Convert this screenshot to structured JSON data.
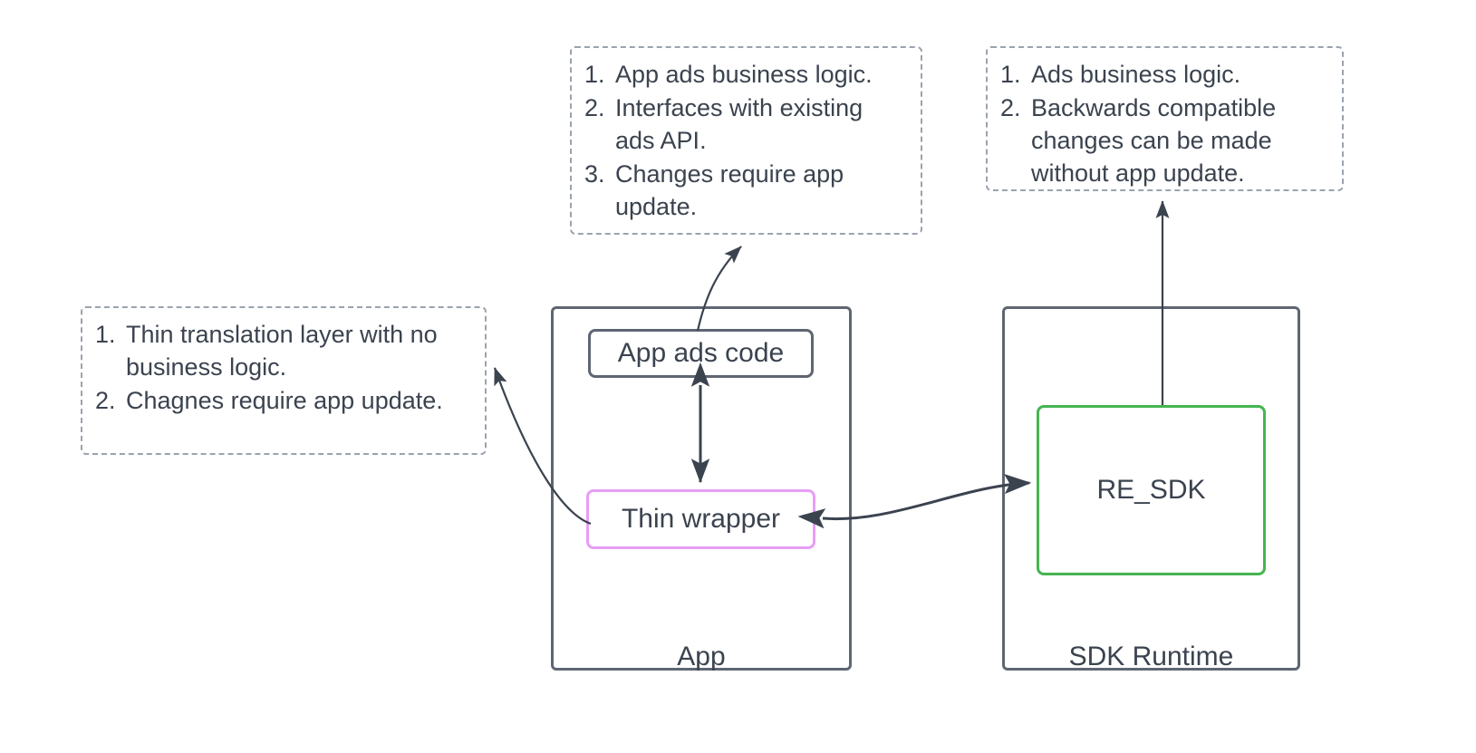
{
  "diagram": {
    "title": "App and SDK Runtime ads architecture",
    "colors": {
      "text": "#3b434f",
      "container_border": "#5f6672",
      "note_border": "#9aa3ae",
      "thin_wrapper_border": "#e79ef5",
      "re_sdk_border": "#45b551",
      "connector": "#3b434f",
      "background": "#ffffff"
    }
  },
  "notes": {
    "top": {
      "items": [
        "App ads business logic.",
        "Interfaces with existing\nads API.",
        "Changes require app\nupdate."
      ]
    },
    "top_right": {
      "items": [
        "Ads business logic.",
        "Backwards compatible\nchanges can be made\nwithout app update."
      ]
    },
    "left": {
      "items": [
        "Thin translation layer with no\nbusiness logic.",
        "Chagnes require app update."
      ]
    }
  },
  "containers": {
    "app": {
      "label": "App",
      "boxes": {
        "app_ads_code": "App ads code",
        "thin_wrapper": "Thin wrapper"
      }
    },
    "sdk_runtime": {
      "label": "SDK Runtime",
      "boxes": {
        "re_sdk": "RE_SDK"
      }
    }
  },
  "connectors": [
    {
      "name": "app-ads-code-to-top-note",
      "from": "App ads code",
      "to": "top note",
      "arrowheads": "end"
    },
    {
      "name": "app-ads-code-to-thin-wrapper",
      "from": "App ads code",
      "to": "Thin wrapper",
      "arrowheads": "both"
    },
    {
      "name": "thin-wrapper-to-left-note",
      "from": "Thin wrapper",
      "to": "left note",
      "arrowheads": "end"
    },
    {
      "name": "thin-wrapper-to-re-sdk",
      "from": "Thin wrapper",
      "to": "RE_SDK",
      "arrowheads": "both"
    },
    {
      "name": "re-sdk-to-top-right-note",
      "from": "RE_SDK",
      "to": "top right note",
      "arrowheads": "end"
    }
  ]
}
